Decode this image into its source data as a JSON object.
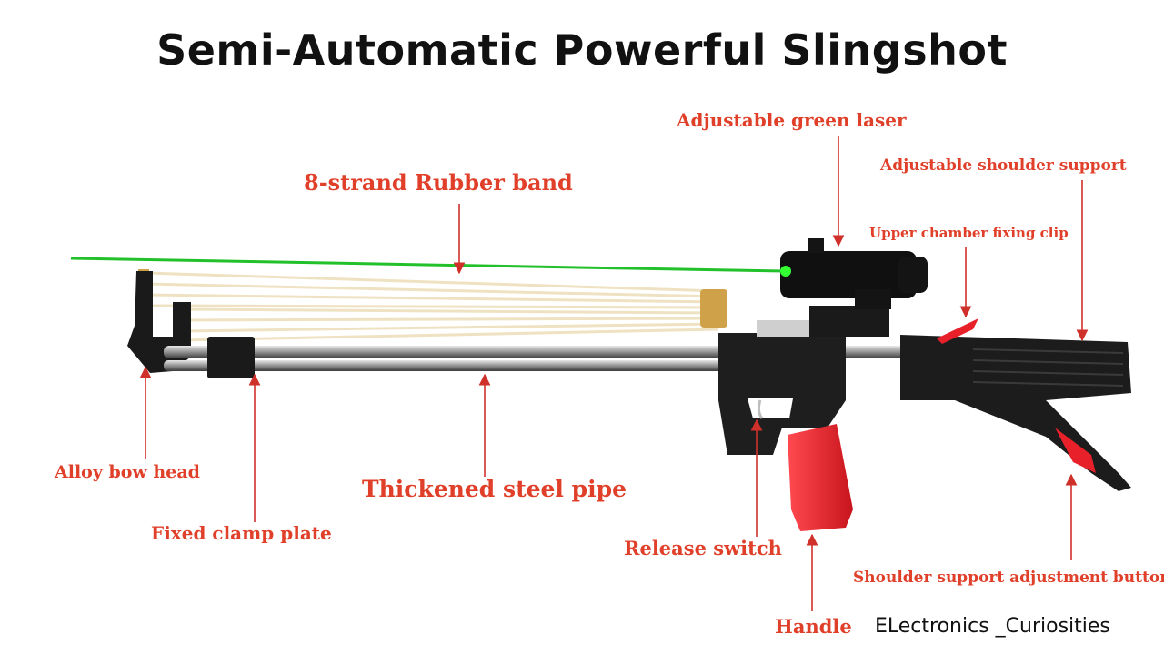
{
  "title": "Semi-Automatic Powerful Slingshot",
  "credit": "ELectronics _Curiosities",
  "colors": {
    "label": "#e0402a",
    "laser": "#22c02a",
    "grip": "#e8202a",
    "band": "#efe2c2",
    "metal": "#1a1a1a",
    "pipe": "#9a9a9a",
    "arrow": "#d0302a"
  },
  "labels": {
    "rubber_band": "8-strand Rubber band",
    "green_laser": "Adjustable green laser",
    "shoulder_support": "Adjustable shoulder support",
    "chamber_clip": "Upper chamber fixing clip",
    "bow_head": "Alloy bow head",
    "steel_pipe": "Thickened steel pipe",
    "clamp_plate": "Fixed clamp plate",
    "release_switch": "Release switch",
    "adjust_button": "Shoulder support adjustment button",
    "handle": "Handle"
  }
}
